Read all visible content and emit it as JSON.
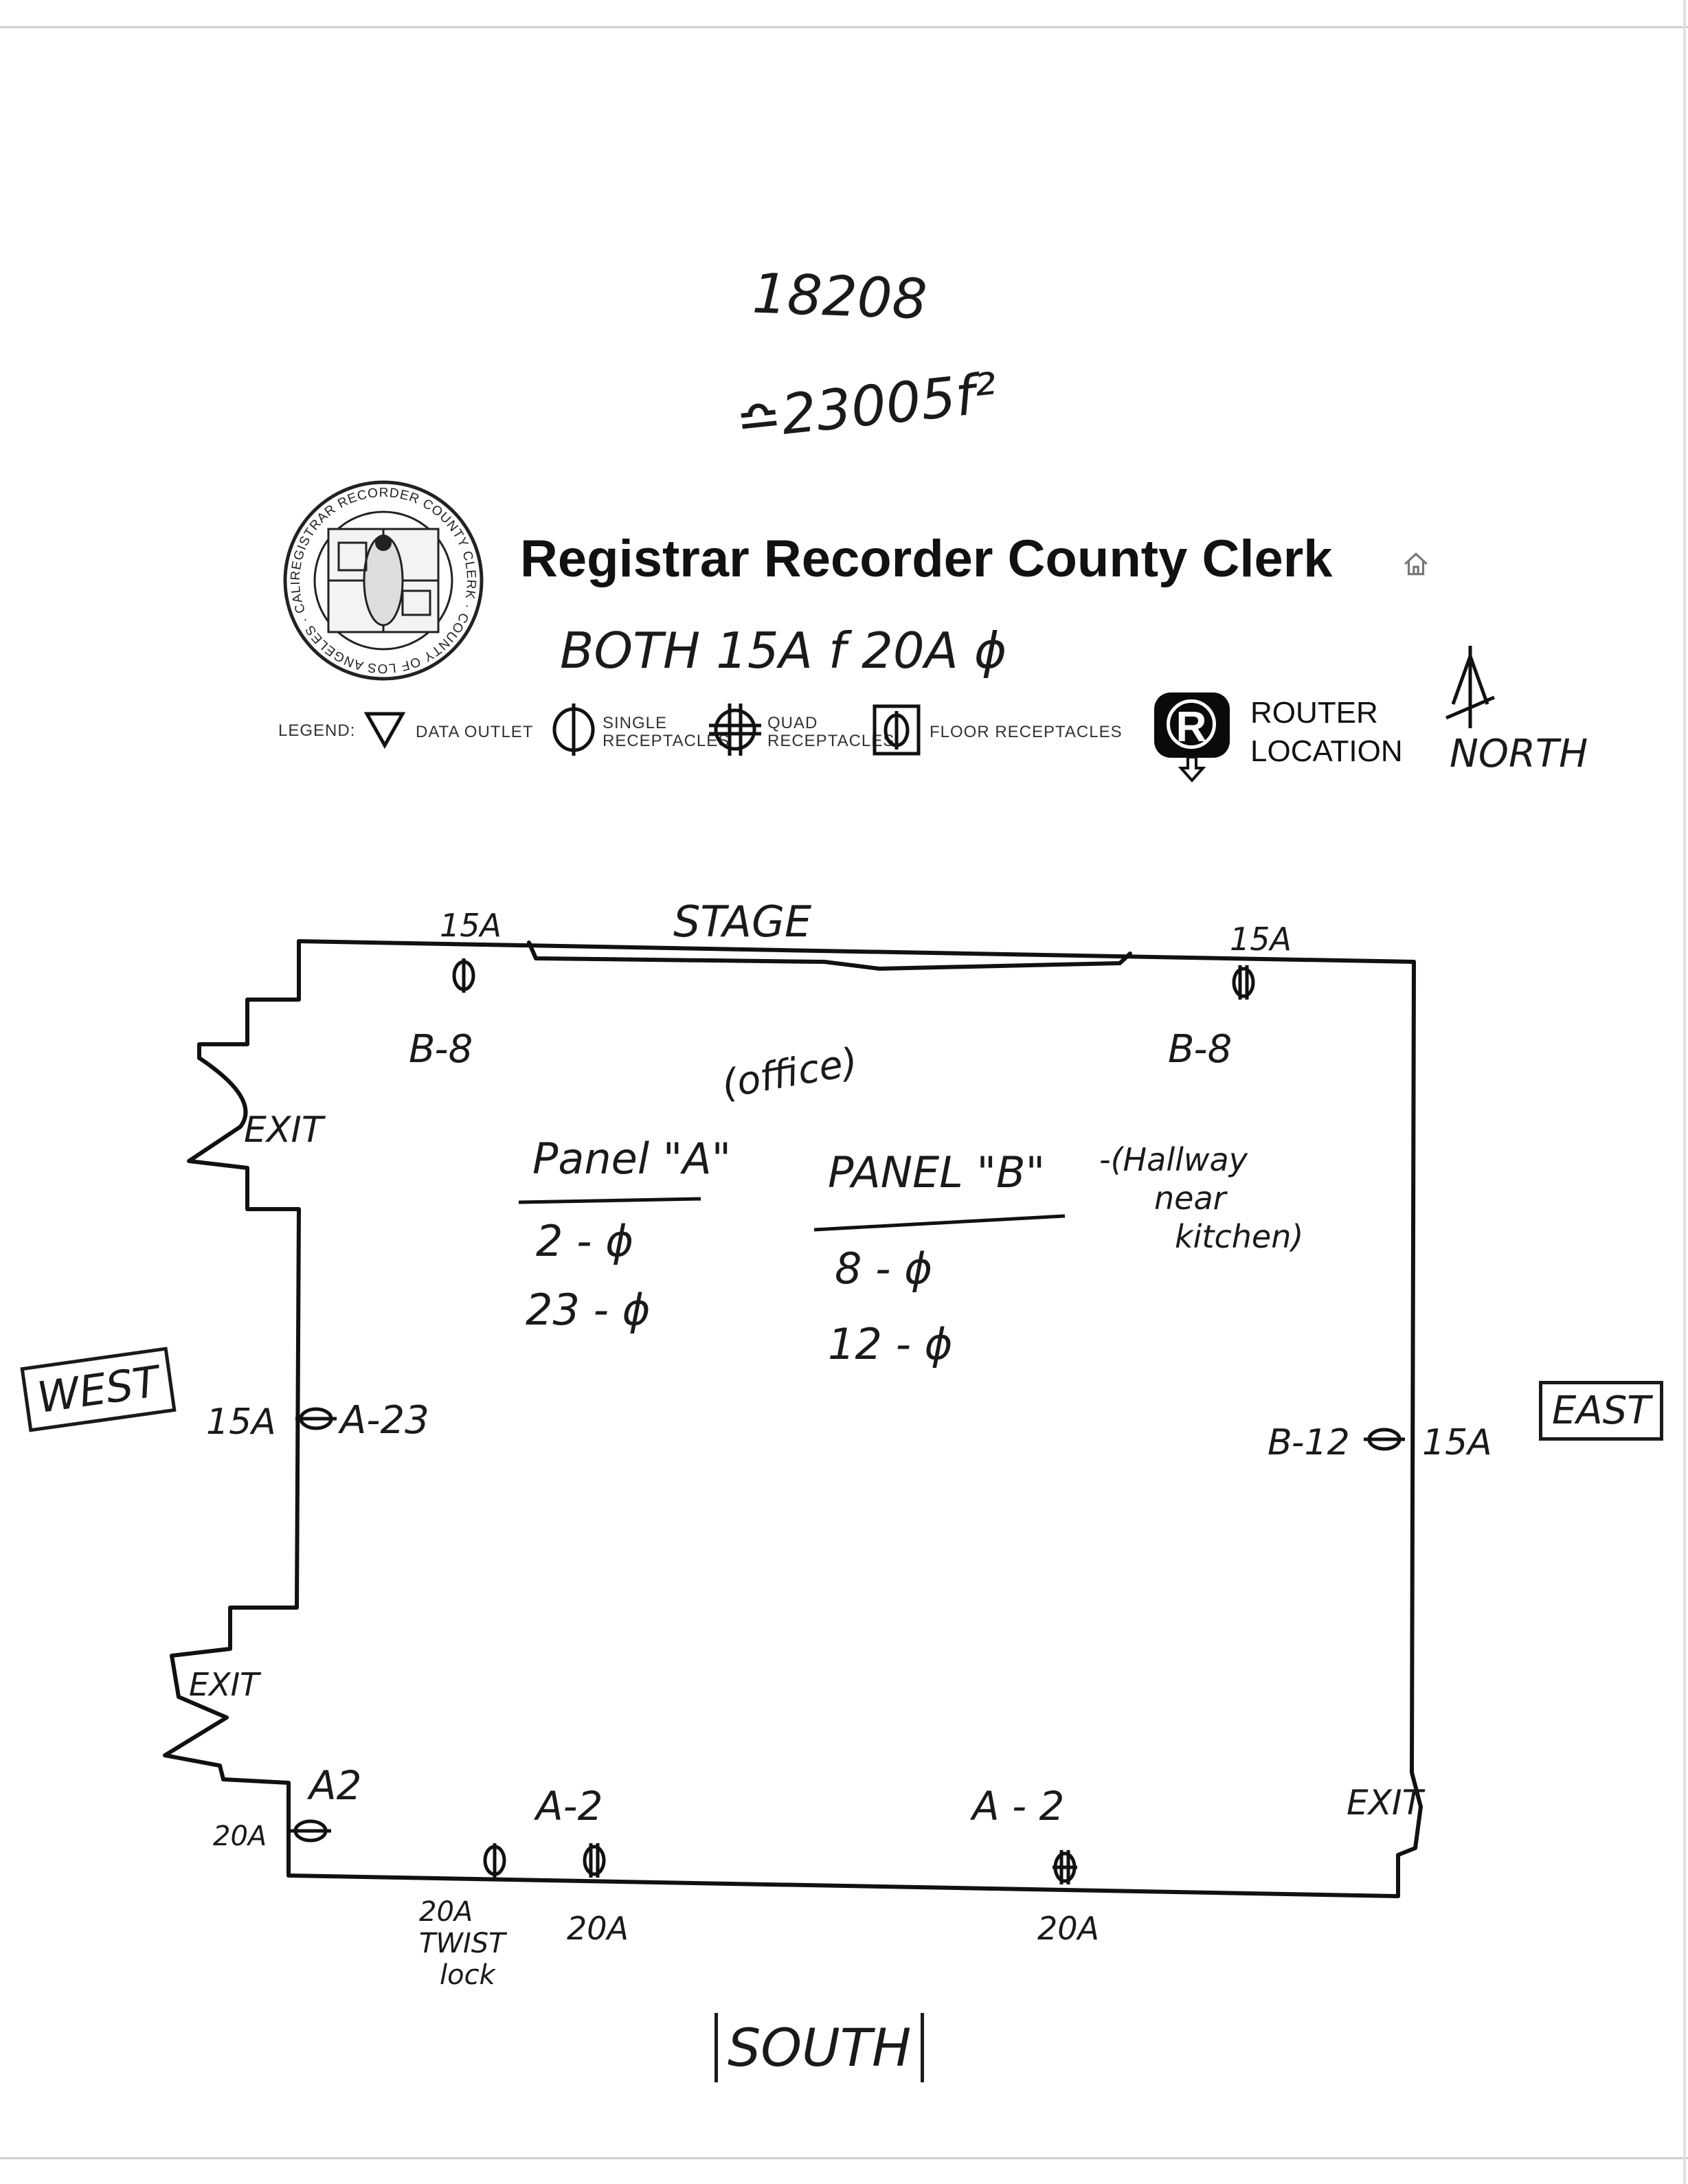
{
  "header": {
    "job_number": "18208",
    "area": "≏23005f²",
    "title": "Registrar Recorder County Clerk",
    "note": "BOTH 15A f 20A ɸ"
  },
  "seal": {
    "ring_text": "REGISTRAR RECORDER COUNTY CLERK · COUNTY OF LOS ANGELES · CALIFORNIA"
  },
  "legend": {
    "prefix": "LEGEND:",
    "items": [
      {
        "symbol": "triangle",
        "label": "DATA OUTLET"
      },
      {
        "symbol": "single-receptacle",
        "label": "SINGLE RECEPTACLES"
      },
      {
        "symbol": "quad-receptacle",
        "label": "QUAD RECEPTACLES"
      },
      {
        "symbol": "floor-receptacle",
        "label": "FLOOR RECEPTACLES"
      }
    ],
    "router": {
      "letter": "R",
      "label_line1": "ROUTER",
      "label_line2": "LOCATION"
    }
  },
  "compass": {
    "north": "NORTH",
    "south": "SOUTH",
    "west": "WEST",
    "east": "EAST"
  },
  "plan": {
    "stage": "STAGE",
    "exits": [
      "EXIT",
      "EXIT",
      "EXIT"
    ],
    "panel_a": {
      "title": "Panel \"A\"",
      "note": "(office)",
      "circuits": [
        "2 - ɸ",
        "23 - ɸ"
      ]
    },
    "panel_b": {
      "title": "PANEL \"B\"",
      "note_line1": "-(Hallway",
      "note_line2": "near",
      "note_line3": "kitchen)",
      "circuits": [
        "8 - ɸ",
        "12 - ɸ"
      ]
    },
    "outlets": {
      "top_left_amp": "15A",
      "top_left_circuit": "B-8",
      "top_right_amp": "15A",
      "top_right_circuit": "B-8",
      "west_amp": "15A",
      "west_circuit": "A-23",
      "east_circuit": "B-12",
      "east_amp": "15A",
      "sw_circuit": "A2",
      "sw_amp": "20A",
      "bottom_a_circuit": "A-2",
      "bottom_twist_amp": "20A",
      "bottom_twist_note1": "TWIST",
      "bottom_twist_note2": "lock",
      "bottom_b_amp": "20A",
      "bottom_right_circuit": "A - 2",
      "bottom_right_amp": "20A"
    }
  }
}
